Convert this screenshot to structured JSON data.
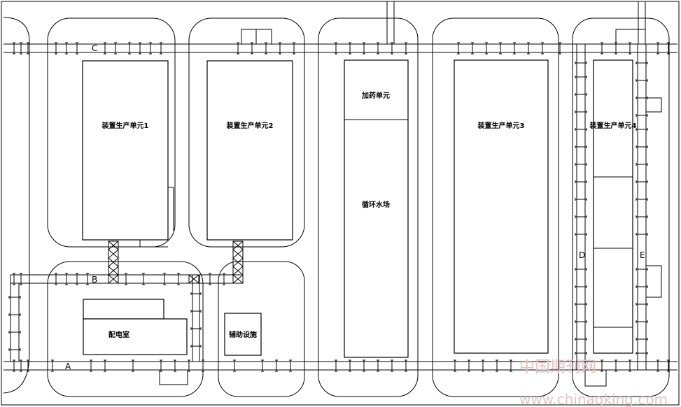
{
  "units": {
    "unit1": "装置生产单元1",
    "unit2": "装置生产单元2",
    "unit3": "装置生产单元3",
    "unit4": "装置生产单元4",
    "dosing": "加药单元",
    "cooling": "循环水场",
    "power_room": "配电室",
    "aux": "辅助设施"
  },
  "rack_letters": {
    "a": "A",
    "b": "B",
    "c": "C",
    "d": "D",
    "e": "E"
  },
  "watermark": {
    "cn": "中国期刊网",
    "url": "www.chinaqking.com"
  },
  "colors": {
    "line": "#000000",
    "watermark": "#e2c4c4"
  }
}
